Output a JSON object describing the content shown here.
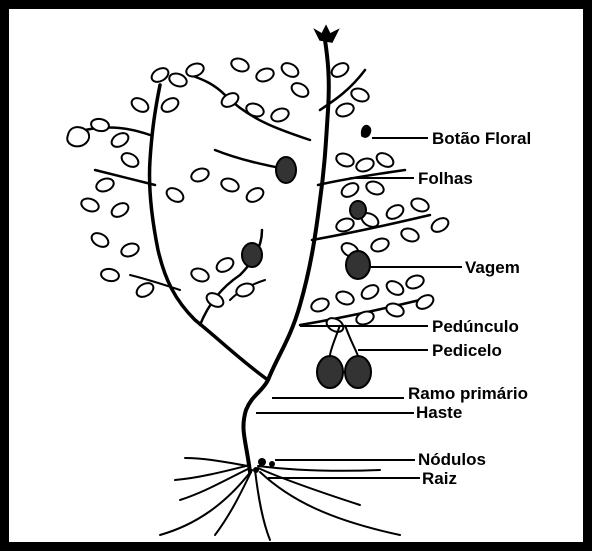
{
  "labels": {
    "botao_floral": "Botão Floral",
    "folhas": "Folhas",
    "vagem": "Vagem",
    "pedunculo": "Pedúnculo",
    "pedicelo": "Pedicelo",
    "ramo_primario": "Ramo primário",
    "haste": "Haste",
    "nodulos": "Nódulos",
    "raiz": "Raiz"
  },
  "colors": {
    "ink": "#000000",
    "background": "#ffffff"
  }
}
